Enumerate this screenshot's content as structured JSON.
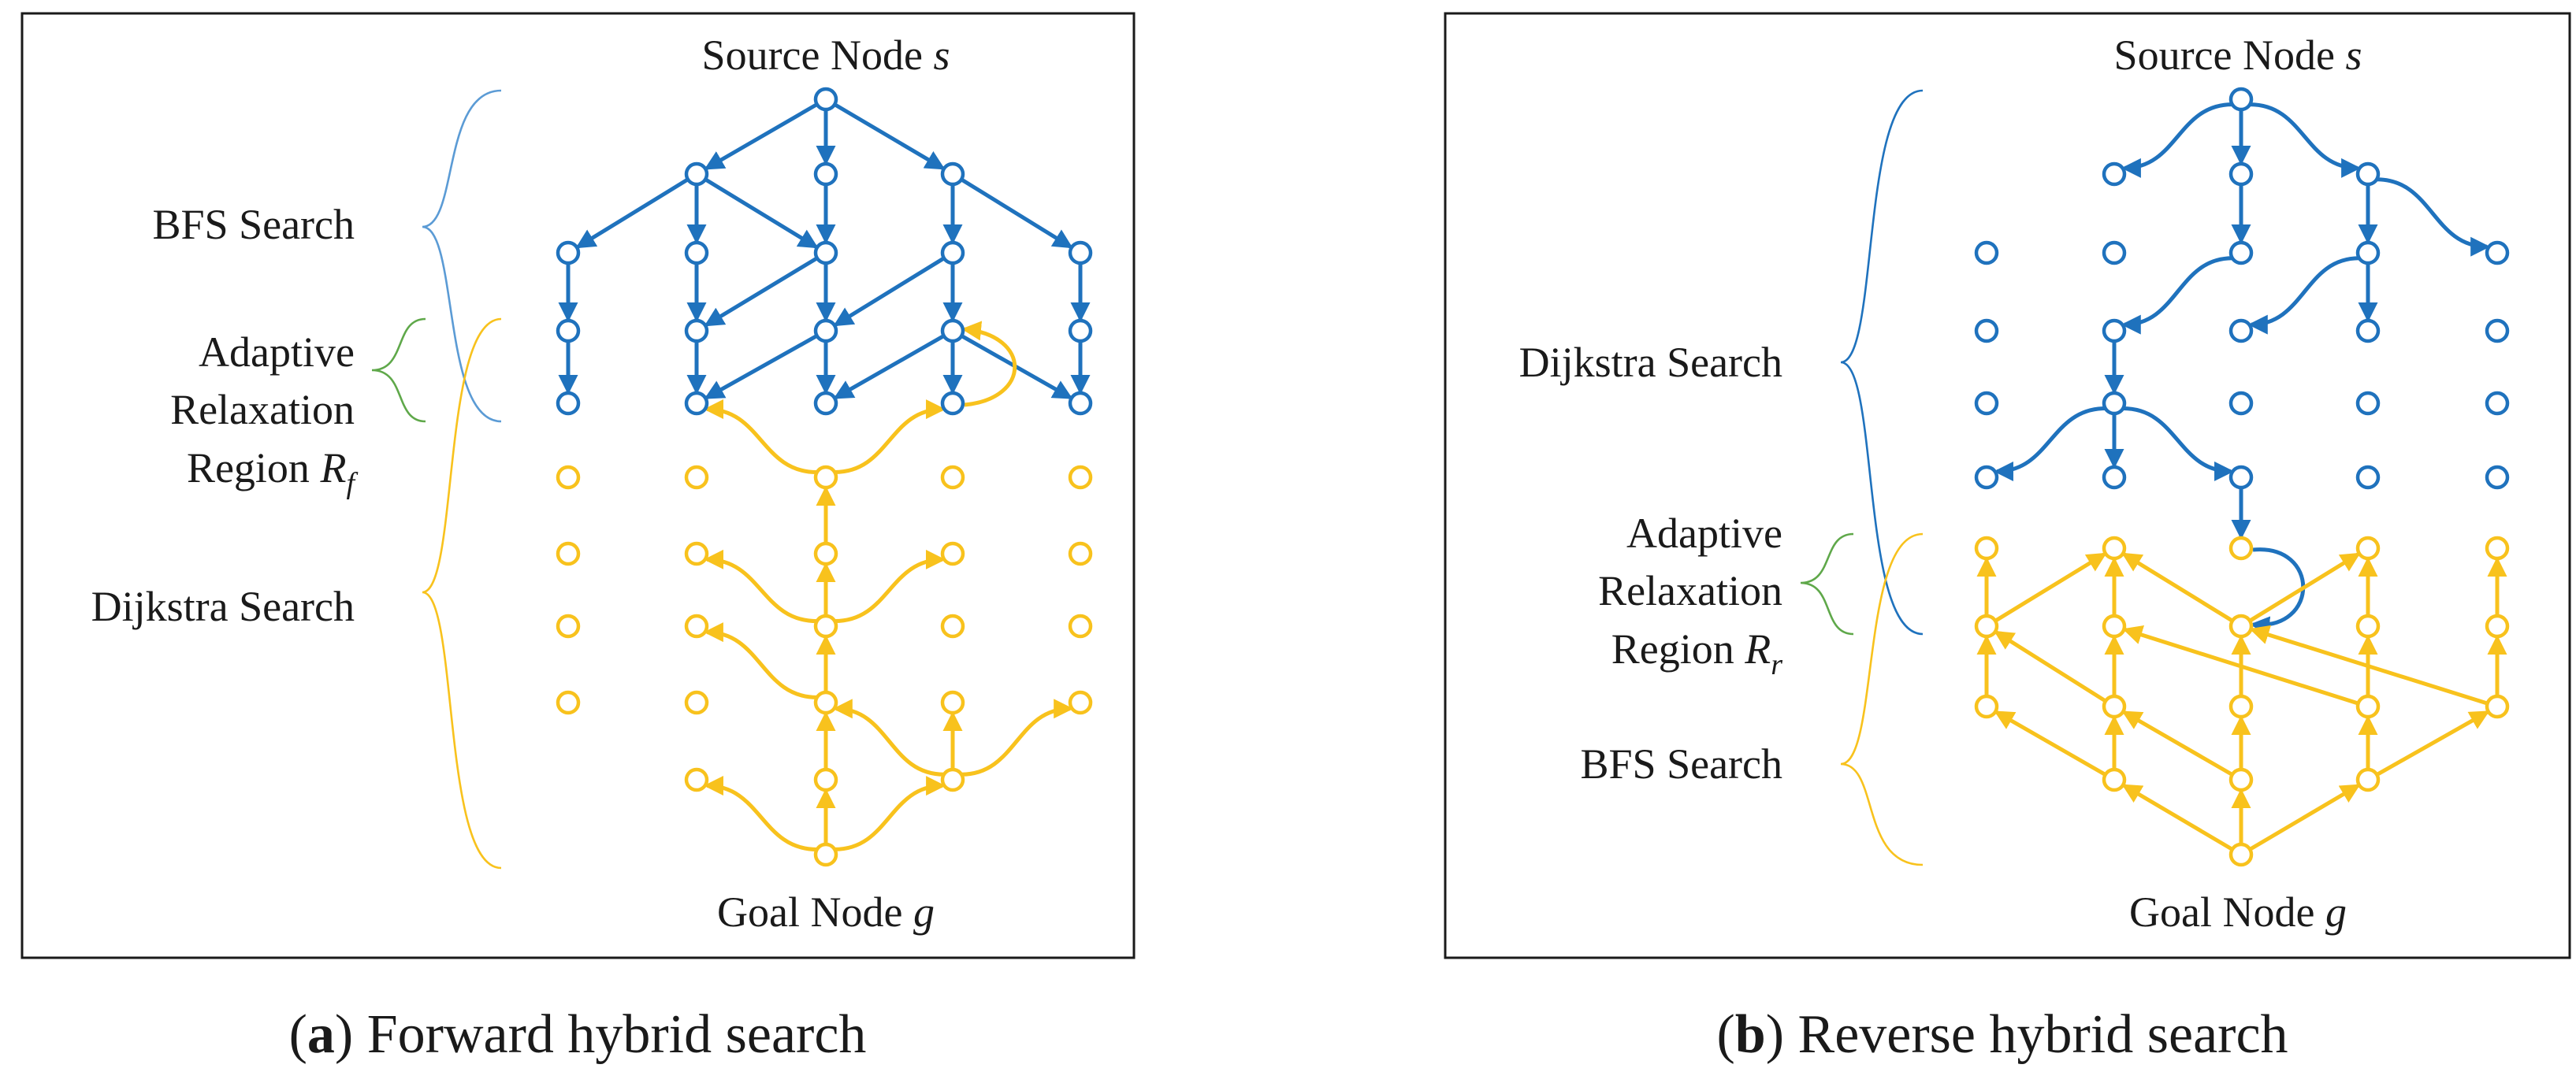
{
  "colors": {
    "blue": "#1f72bd",
    "yellow": "#f8c21d",
    "green": "#5fa84a",
    "brace_blue": "#5b9bd5",
    "frame": "#1a1a1a"
  },
  "panel_a": {
    "source_prefix": "Source Node ",
    "source_var": "s",
    "goal_prefix": "Goal Node ",
    "goal_var": "g",
    "bfs_label": "BFS Search",
    "adaptive_line1": "Adaptive",
    "adaptive_line2": "Relaxation",
    "region_prefix": "Region ",
    "region_var": "R",
    "region_sub": "f",
    "dijkstra_label": "Dijkstra Search",
    "caption_open": "(",
    "caption_letter": "a",
    "caption_rest": ") Forward hybrid search"
  },
  "panel_b": {
    "source_prefix": "Source Node ",
    "source_var": "s",
    "goal_prefix": "Goal Node ",
    "goal_var": "g",
    "dijkstra_label": "Dijkstra Search",
    "adaptive_line1": "Adaptive",
    "adaptive_line2": "Relaxation",
    "region_prefix": "Region ",
    "region_var": "R",
    "region_sub": "r",
    "bfs_label": "BFS Search",
    "caption_open": "(",
    "caption_letter": "b",
    "caption_rest": ") Reverse hybrid search"
  }
}
